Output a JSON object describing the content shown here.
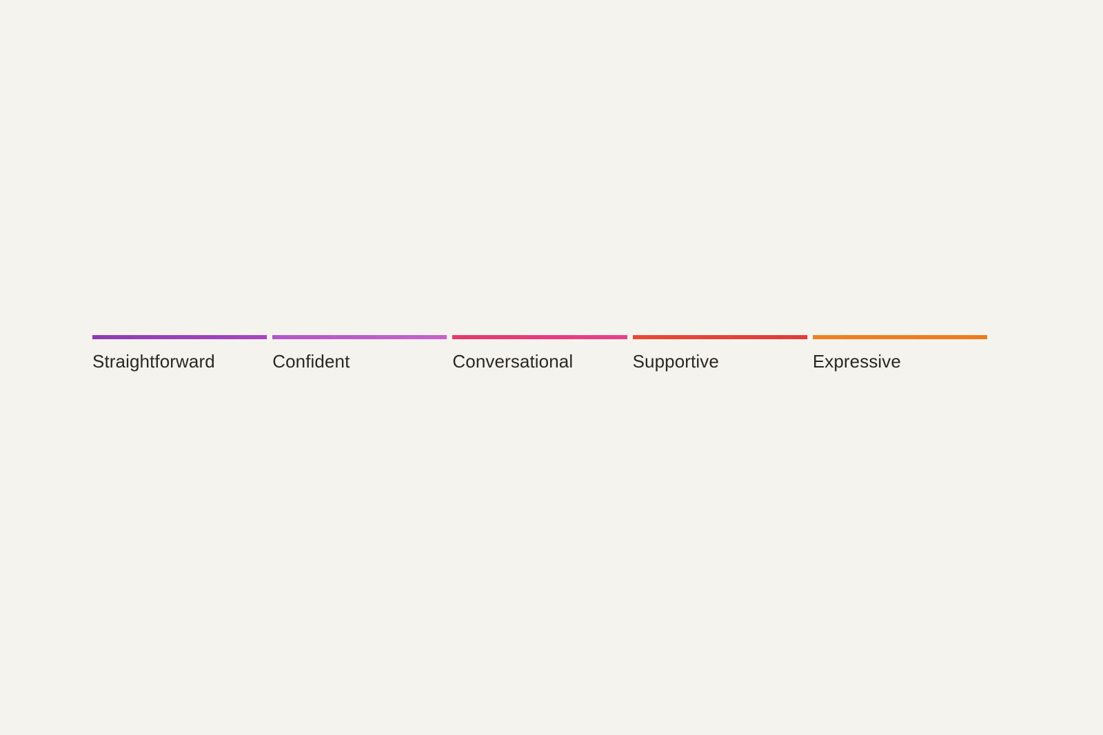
{
  "background_color": "#f5f3ee",
  "text_color": "#2a2724",
  "spectrum": {
    "name": "tone-of-voice-spectrum",
    "segments": [
      {
        "label": "Straightforward",
        "color_start": "#8f3bb4",
        "color_end": "#a845c2",
        "swatch": "#9b3fba"
      },
      {
        "label": "Confident",
        "color_start": "#b355cd",
        "color_end": "#c862c9",
        "swatch": "#bb5fd0"
      },
      {
        "label": "Conversational",
        "color_start": "#e03a6e",
        "color_end": "#e8418c",
        "swatch": "#e53d85"
      },
      {
        "label": "Supportive",
        "color_start": "#e84b33",
        "color_end": "#de3c3f",
        "swatch": "#e2452f"
      },
      {
        "label": "Expressive",
        "color_start": "#ef8220",
        "color_end": "#ee7a1c",
        "swatch": "#ee7d1e"
      }
    ]
  }
}
